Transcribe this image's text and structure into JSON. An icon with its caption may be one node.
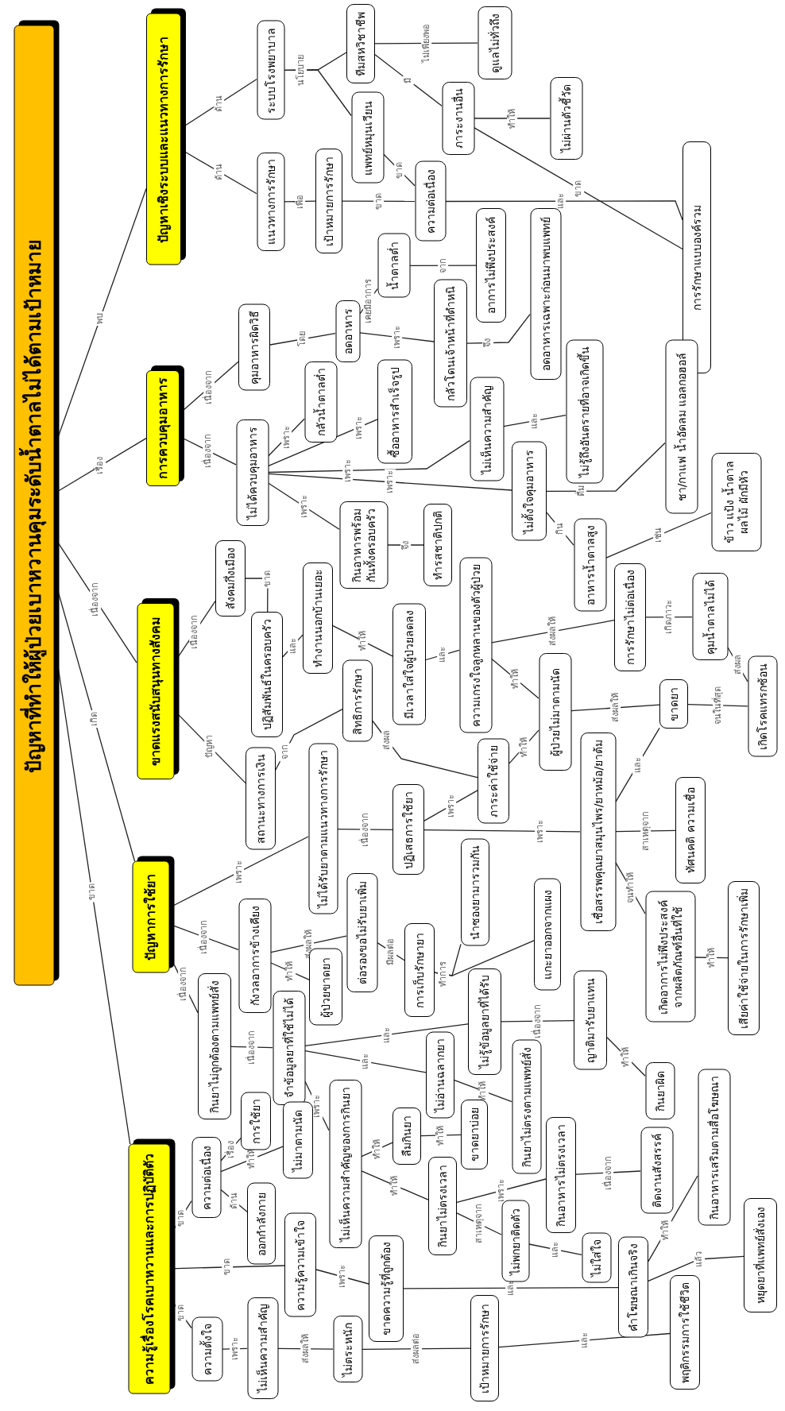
{
  "diagram": {
    "nodes": [
      {
        "text": [
          "ปัญหาที่ทำให้ผู้ป่วยเบาหวานคุมระดับน้ำตาลไม่ได้ตามเป้าหมาย"
        ]
      },
      {
        "text": [
          "ปัญหาเชิงระบบและแนวทางการรักษา"
        ]
      },
      {
        "text": [
          "การควบคุมอาหาร"
        ]
      },
      {
        "text": [
          "ขาดแรงสนับสนุนทางสังคม"
        ]
      },
      {
        "text": [
          "ปัญหาการใช้ยา"
        ]
      },
      {
        "text": [
          "ความรู้เรื่องโรคเบาหวานและการปฏิบัติตัว"
        ]
      },
      {
        "text": [
          "ระบบโรงพยาบาล"
        ]
      },
      {
        "text": [
          "แนวทางการรักษา"
        ]
      },
      {
        "text": [
          "ทีมสหวิชาชีพ"
        ]
      },
      {
        "text": [
          "แพทย์หมุนเวียน"
        ]
      },
      {
        "text": [
          "เป้าหมายการรักษา"
        ]
      },
      {
        "text": [
          "ดูแลไม่ทั่วถึง"
        ]
      },
      {
        "text": [
          "ภาระงานอื่น"
        ]
      },
      {
        "text": [
          "ไม่ผ่านตัวชี้วัด"
        ]
      },
      {
        "text": [
          "ความต่อเนื่อง"
        ]
      },
      {
        "text": [
          "การรักษาแบบองค์รวม"
        ]
      },
      {
        "text": [
          "คุมอาหารผิดวิธี"
        ]
      },
      {
        "text": [
          "ไม่ได้ควบคุมอาหาร"
        ]
      },
      {
        "text": [
          "อดอาหาร"
        ]
      },
      {
        "text": [
          "กลัวน้ำตาลต่ำ"
        ]
      },
      {
        "text": [
          "น้ำตาลต่ำ"
        ]
      },
      {
        "text": [
          "ซื้ออาหารสำเร็จรูป"
        ]
      },
      {
        "text": [
          "กลัวโดนเจ้าหน้าที่ตำหนิ"
        ]
      },
      {
        "text": [
          "อาการไม่พึงประสงค์"
        ]
      },
      {
        "text": [
          "อดอาหารเฉพาะก่อนมาพบแพทย์"
        ]
      },
      {
        "text": [
          "ไม่เห็นความสำคัญ"
        ]
      },
      {
        "text": [
          "ไม่รู้ถึงอันตรายที่อาจเกิดขึ้น"
        ]
      },
      {
        "text": [
          "ไม่ตั้งใจคุมอาหาร"
        ]
      },
      {
        "text": [
          "ชา/กาแฟ น้ำอัดลม แอลกอฮอล์"
        ]
      },
      {
        "text": [
          "อาหารน้ำตาลสูง"
        ]
      },
      {
        "text": [
          "ข้าว แป้ง น้ำตาล ผลไม้ ผักมีหัว"
        ]
      },
      {
        "text": [
          "กินอาหารพร้อมกันทั้งครอบครัว"
        ]
      },
      {
        "text": [
          "ทำรสชาติปกติ"
        ]
      },
      {
        "text": [
          "สังคมกึ่งเมือง"
        ]
      },
      {
        "text": [
          "ปฏิสัมพันธ์ในครอบครัว"
        ]
      },
      {
        "text": [
          "ทำงานนอกบ้านเยอะ"
        ]
      },
      {
        "text": [
          "มีเวลาใส่ใจผู้ป่วยลดลง"
        ]
      },
      {
        "text": [
          "ความเกรงใจลูกหลานของตัวผู้ป่วย"
        ]
      },
      {
        "text": [
          "การรักษาไม่ต่อเนื่อง"
        ]
      },
      {
        "text": [
          "คุมน้ำตาลไม่ได้"
        ]
      },
      {
        "text": [
          "ผู้ป่วยไม่มาตามนัด"
        ]
      },
      {
        "text": [
          "ขาดยา"
        ]
      },
      {
        "text": [
          "เกิดโรคแทรกซ้อน"
        ]
      },
      {
        "text": [
          "สถานะทางการเงิน"
        ]
      },
      {
        "text": [
          "สิทธิการรักษา"
        ]
      },
      {
        "text": [
          "ภาระค่าใช้จ่าย"
        ]
      },
      {
        "text": [
          "ไม่ได้รับยาตามแนวทางการรักษา"
        ]
      },
      {
        "text": [
          "ปฏิเสธการใช้ยา"
        ]
      },
      {
        "text": [
          "เชื่อสรรพคุณยาสมุนไพร/ยาหม้อ/ยาต้ม"
        ]
      },
      {
        "text": [
          "ทัศนคติ ความเชื่อ"
        ]
      },
      {
        "text": [
          "เกิดอาการไม่พึงประสงค์จากผลิตภัณฑ์อื่นที่ใช้"
        ]
      },
      {
        "text": [
          "เสียค่าใช้จ่ายในการรักษาเพิ่ม"
        ]
      },
      {
        "text": [
          "กังวลอาการข้างเคียง"
        ]
      },
      {
        "text": [
          "ต่อรองขอไม่รับยาเพิ่ม"
        ]
      },
      {
        "text": [
          "ผู้ป่วยขาดยา"
        ]
      },
      {
        "text": [
          "การเก็บรักษายา"
        ]
      },
      {
        "text": [
          "นำซองยามารวมกัน"
        ]
      },
      {
        "text": [
          "แกะยาออกจากแผง"
        ]
      },
      {
        "text": [
          "กินยาไม่ถูกต้องตามแพทย์สั่ง"
        ]
      },
      {
        "text": [
          "จำข้อมูลยาที่ใช้ไม่ได้"
        ]
      },
      {
        "text": [
          "ไม่รู้ข้อมูลยาที่ได้รับ"
        ]
      },
      {
        "text": [
          "ญาติมารับยาแทน"
        ]
      },
      {
        "text": [
          "กินยาผิด"
        ]
      },
      {
        "text": [
          "ไม่อ่านฉลากยา"
        ]
      },
      {
        "text": [
          "กินยาไม่ตรงตามแพทย์สั่ง"
        ]
      },
      {
        "text": [
          "ไม่เห็นความสำคัญของการกินยา"
        ]
      },
      {
        "text": [
          "ลืมกินยา"
        ]
      },
      {
        "text": [
          "ขาดยาบ่อย"
        ]
      },
      {
        "text": [
          "กินยาไม่ตรงเวลา"
        ]
      },
      {
        "text": [
          "กินอาหารไม่ตรงเวลา"
        ]
      },
      {
        "text": [
          "ติดงานสังสรรค์"
        ]
      },
      {
        "text": [
          "กินอาหารเสริมตามสื่อโฆษณา"
        ]
      },
      {
        "text": [
          "ไม่พกยาติดตัว"
        ]
      },
      {
        "text": [
          "ไม่ใส่ใจ"
        ]
      },
      {
        "text": [
          "ความต่อเนื่อง"
        ]
      },
      {
        "text": [
          "การใช้ยา"
        ]
      },
      {
        "text": [
          "ไม่มาตามนัด"
        ]
      },
      {
        "text": [
          "ออกกำลังกาย"
        ]
      },
      {
        "text": [
          "ความรู้ความเข้าใจ"
        ]
      },
      {
        "text": [
          "ขาดความรู้ที่ถูกต้อง"
        ]
      },
      {
        "text": [
          "ความตั้งใจ"
        ]
      },
      {
        "text": [
          "ไม่เห็นความสำคัญ"
        ]
      },
      {
        "text": [
          "ไม่ตระหนัก"
        ]
      },
      {
        "text": [
          "เป้าหมายการรักษา"
        ]
      },
      {
        "text": [
          "คำโฆษณาเกินจริง"
        ]
      },
      {
        "text": [
          "หยุดยาที่แพทย์สั่งเอง"
        ]
      },
      {
        "text": [
          "พฤติกรรมการใช้ชีวิต"
        ]
      }
    ],
    "edges": [
      {
        "from": 0,
        "to": 1,
        "arrow": "none",
        "label": "พบ"
      },
      {
        "from": 0,
        "to": 2,
        "arrow": "none",
        "label": "เรื่อง"
      },
      {
        "from": 0,
        "to": 3,
        "arrow": "none",
        "label": "เนื่องจาก"
      },
      {
        "from": 0,
        "to": 4,
        "arrow": "none",
        "label": "เกิด"
      },
      {
        "from": 0,
        "to": 5,
        "arrow": "none",
        "label": "ขาด"
      },
      {
        "from": 1,
        "to": 6,
        "arrow": "none",
        "label": "ด้าน"
      },
      {
        "from": 1,
        "to": 7,
        "arrow": "none",
        "label": "ด้าน"
      },
      {
        "from": 6,
        "to": 8,
        "arrow": "none",
        "label": "นโยบาย"
      },
      {
        "from": 6,
        "to": 9,
        "arrow": "none"
      },
      {
        "from": 8,
        "to": 11,
        "arrow": "none",
        "label": "ไม่เพียงพอ"
      },
      {
        "from": 8,
        "to": 12,
        "arrow": "none",
        "label": "มี"
      },
      {
        "from": 12,
        "to": 13,
        "arrow": "none",
        "label": "ทำให้"
      },
      {
        "from": 12,
        "to": 15,
        "arrow": "none",
        "label": "ขาด"
      },
      {
        "from": 9,
        "to": 14,
        "arrow": "none",
        "label": "ขาด"
      },
      {
        "from": 7,
        "to": 10,
        "arrow": "none",
        "label": "เพื่อ"
      },
      {
        "from": 10,
        "to": 14,
        "arrow": "none",
        "label": "ขาด"
      },
      {
        "from": 14,
        "to": 15,
        "arrow": "none",
        "label": "และ"
      },
      {
        "from": 2,
        "to": 16,
        "arrow": "none",
        "label": "เนื่องจาก"
      },
      {
        "from": 2,
        "to": 17,
        "arrow": "none",
        "label": "เนื่องจาก"
      },
      {
        "from": 16,
        "to": 18,
        "arrow": "none",
        "label": "โดย"
      },
      {
        "from": 18,
        "to": 20,
        "arrow": "none",
        "label": "เคยมีอาการ"
      },
      {
        "from": 20,
        "to": 23,
        "arrow": "none",
        "label": "จาก"
      },
      {
        "from": 18,
        "to": 22,
        "arrow": "none",
        "label": "เพราะ"
      },
      {
        "from": 22,
        "to": 24,
        "arrow": "none",
        "label": "จึง"
      },
      {
        "from": 17,
        "to": 19,
        "arrow": "none",
        "label": "เพราะ"
      },
      {
        "from": 17,
        "to": 21,
        "arrow": "none",
        "label": "เพราะ"
      },
      {
        "from": 17,
        "to": 25,
        "arrow": "none",
        "label": "เพราะ"
      },
      {
        "from": 25,
        "to": 26,
        "arrow": "none",
        "label": "และ"
      },
      {
        "from": 17,
        "to": 27,
        "arrow": "none",
        "label": "เพราะ"
      },
      {
        "from": 17,
        "to": 31,
        "arrow": "none",
        "label": "เพราะ"
      },
      {
        "from": 31,
        "to": 32,
        "arrow": "none",
        "label": "จึง"
      },
      {
        "from": 27,
        "to": 28,
        "arrow": "none",
        "label": "ดื่ม"
      },
      {
        "from": 27,
        "to": 29,
        "arrow": "none",
        "label": "กิน"
      },
      {
        "from": 29,
        "to": 30,
        "arrow": "none",
        "label": "เช่น"
      },
      {
        "from": 3,
        "to": 33,
        "arrow": "none",
        "label": "เนื่องจาก"
      },
      {
        "from": 33,
        "to": 34,
        "arrow": "none",
        "label": "ขาด"
      },
      {
        "from": 34,
        "to": 35,
        "arrow": "none",
        "label": "และ"
      },
      {
        "from": 35,
        "to": 36,
        "arrow": "none",
        "label": "ทำให้"
      },
      {
        "from": 36,
        "to": 37,
        "arrow": "none",
        "label": "และ"
      },
      {
        "from": 37,
        "to": 38,
        "arrow": "none",
        "label": "ส่งผลให้"
      },
      {
        "from": 38,
        "to": 39,
        "arrow": "none",
        "label": "เกิดภาวะ"
      },
      {
        "from": 39,
        "to": 42,
        "arrow": "none",
        "label": "ส่งผล"
      },
      {
        "from": 37,
        "to": 40,
        "arrow": "none",
        "label": "ทำให้"
      },
      {
        "from": 40,
        "to": 41,
        "arrow": "none",
        "label": "ส่งผลให้"
      },
      {
        "from": 41,
        "to": 42,
        "arrow": "none",
        "label": "จนในที่สุด"
      },
      {
        "from": 3,
        "to": 43,
        "arrow": "none",
        "label": "ปัญหา"
      },
      {
        "from": 43,
        "to": 44,
        "arrow": "none",
        "label": "จาก"
      },
      {
        "from": 44,
        "to": 45,
        "arrow": "none",
        "label": "ส่งผล"
      },
      {
        "from": 4,
        "to": 46,
        "arrow": "none",
        "label": "เพราะ"
      },
      {
        "from": 46,
        "to": 47,
        "arrow": "none",
        "label": "เนื่องจาก"
      },
      {
        "from": 47,
        "to": 45,
        "arrow": "none",
        "label": "เพราะ"
      },
      {
        "from": 47,
        "to": 48,
        "arrow": "none",
        "label": "เพราะ"
      },
      {
        "from": 45,
        "to": 40,
        "arrow": "none",
        "label": "ทำให้"
      },
      {
        "from": 48,
        "to": 41,
        "arrow": "none",
        "label": "และ"
      },
      {
        "from": 48,
        "to": 49,
        "arrow": "none",
        "label": "สาเหตุจาก"
      },
      {
        "from": 48,
        "to": 50,
        "arrow": "none",
        "label": "จนทำให้"
      },
      {
        "from": 50,
        "to": 51,
        "arrow": "none",
        "label": "ทำให้"
      },
      {
        "from": 4,
        "to": 52,
        "arrow": "none",
        "label": "เนื่องจาก"
      },
      {
        "from": 52,
        "to": 53,
        "arrow": "none",
        "label": "ส่งผลให้"
      },
      {
        "from": 52,
        "to": 54,
        "arrow": "none",
        "label": "ทำให้"
      },
      {
        "from": 53,
        "to": 55,
        "arrow": "none",
        "label": "มีผลต่อ"
      },
      {
        "from": 55,
        "to": 56,
        "arrow": "none",
        "label": "ทำการ"
      },
      {
        "from": 55,
        "to": 57,
        "arrow": "none"
      },
      {
        "from": 4,
        "to": 58,
        "arrow": "none",
        "label": "เนื่องจาก"
      },
      {
        "from": 58,
        "to": 59,
        "arrow": "none",
        "label": "เนื่องจาก"
      },
      {
        "from": 59,
        "to": 60,
        "arrow": "none",
        "label": "และ"
      },
      {
        "from": 59,
        "to": 63,
        "arrow": "none",
        "label": "และ"
      },
      {
        "from": 60,
        "to": 61,
        "arrow": "none",
        "label": "เนื่องจาก"
      },
      {
        "from": 61,
        "to": 62,
        "arrow": "none",
        "label": "ทำให้"
      },
      {
        "from": 63,
        "to": 64,
        "arrow": "none",
        "label": "ทำให้"
      },
      {
        "from": 59,
        "to": 65,
        "arrow": "none",
        "label": "เพราะ"
      },
      {
        "from": 65,
        "to": 66,
        "arrow": "none",
        "label": "ทำให้"
      },
      {
        "from": 66,
        "to": 67,
        "arrow": "none",
        "label": "ทำให้"
      },
      {
        "from": 65,
        "to": 68,
        "arrow": "none",
        "label": "ทำให้"
      },
      {
        "from": 68,
        "to": 69,
        "arrow": "none",
        "label": "เพราะ"
      },
      {
        "from": 69,
        "to": 70,
        "arrow": "none",
        "label": "เนื่องจาก"
      },
      {
        "from": 68,
        "to": 72,
        "arrow": "none",
        "label": "สาเหตุจาก"
      },
      {
        "from": 72,
        "to": 73,
        "arrow": "none",
        "label": "และ"
      },
      {
        "from": 5,
        "to": 74,
        "arrow": "none",
        "label": "ขาด"
      },
      {
        "from": 74,
        "to": 77,
        "arrow": "none",
        "label": "ด้าน"
      },
      {
        "from": 74,
        "to": 75,
        "arrow": "none",
        "label": "เรื่อง"
      },
      {
        "from": 74,
        "to": 76,
        "arrow": "none",
        "label": "ทำให้"
      },
      {
        "from": 5,
        "to": 78,
        "arrow": "none",
        "label": "ขาด"
      },
      {
        "from": 78,
        "to": 79,
        "arrow": "none",
        "label": "เพราะ"
      },
      {
        "from": 5,
        "to": 80,
        "arrow": "none",
        "label": "ขาด"
      },
      {
        "from": 80,
        "to": 81,
        "arrow": "none",
        "label": "เพราะ"
      },
      {
        "from": 81,
        "to": 82,
        "arrow": "none",
        "label": "ส่งผลให้"
      },
      {
        "from": 82,
        "to": 83,
        "arrow": "none",
        "label": "ส่งผลต่อ"
      },
      {
        "from": 83,
        "to": 86,
        "arrow": "none",
        "label": "และ"
      },
      {
        "from": 79,
        "to": 84,
        "arrow": "none",
        "label": "และ"
      },
      {
        "from": 84,
        "to": 85,
        "arrow": "none",
        "label": "แล้ว"
      },
      {
        "from": 84,
        "to": 71,
        "arrow": "none",
        "label": "ทำให้"
      }
    ]
  }
}
